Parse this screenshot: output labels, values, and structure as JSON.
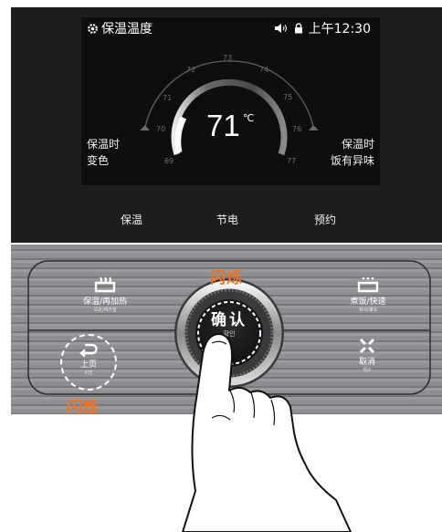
{
  "screen": {
    "title": "保温温度",
    "time": "上午12:30",
    "temperature": "71",
    "temperature_unit": "℃",
    "dial_ticks": [
      "69",
      "70",
      "71",
      "72",
      "73",
      "74",
      "75",
      "76",
      "77"
    ],
    "left_label": [
      "保温时",
      "变色"
    ],
    "right_label": [
      "保温时",
      "饭有异味"
    ]
  },
  "modes": {
    "warm": "保温",
    "eco": "节电",
    "reserve": "预约"
  },
  "buttons": {
    "keep_warm": {
      "label": "保温/再加热",
      "sub": "보온/재가열"
    },
    "cook": {
      "label": "煮饭/快速",
      "sub": "취사/쾌속"
    },
    "back": {
      "label": "上页",
      "sub": "이전"
    },
    "cancel": {
      "label": "取消",
      "sub": "취소"
    },
    "confirm": {
      "label": "确认",
      "sub": "확인"
    }
  },
  "annotations": {
    "flash_top": "闪烁",
    "flash_bottom": "闪烁"
  },
  "colors": {
    "accent": "#f37121",
    "panel": "#1d1d1f",
    "screen": "#0e0e0f"
  }
}
